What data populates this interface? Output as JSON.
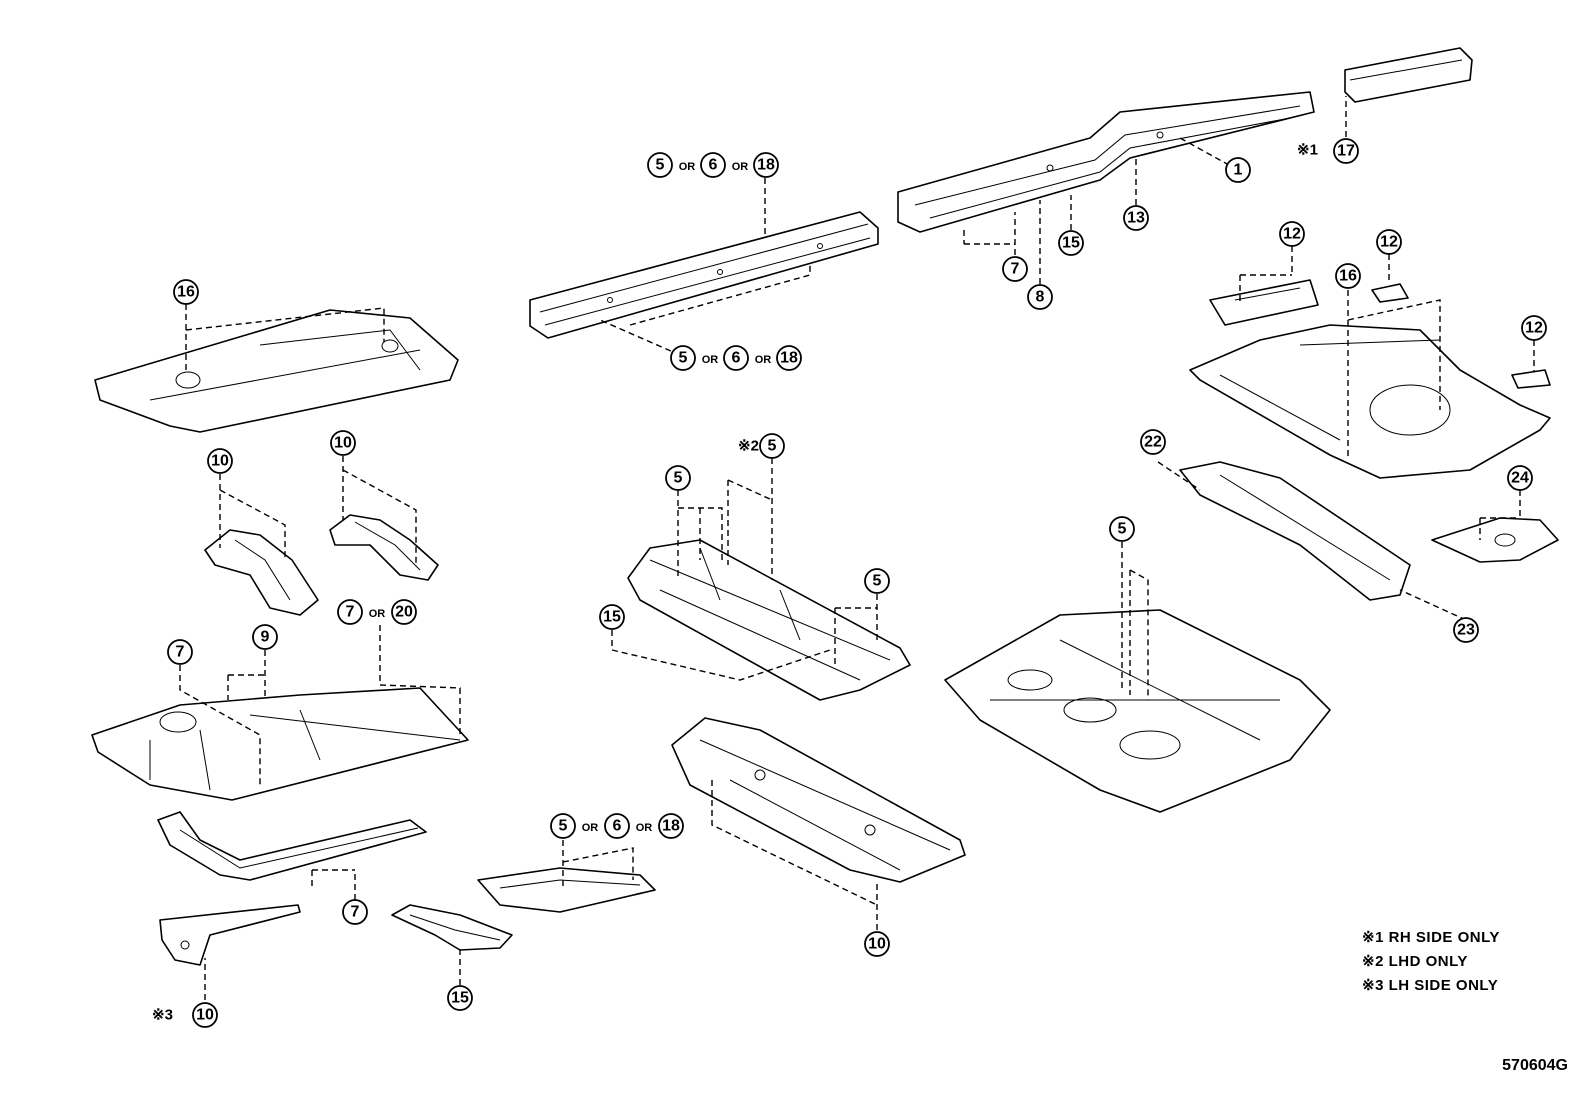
{
  "callouts": {
    "c1": "1",
    "c17": "17",
    "c13": "13",
    "c15a": "15",
    "c7a": "7",
    "c8": "8",
    "c5a": "5",
    "c6a": "6",
    "c18a": "18",
    "c5b": "5",
    "c6b": "6",
    "c18b": "18",
    "c16a": "16",
    "c12a": "12",
    "c12b": "12",
    "c16b": "16",
    "c12c": "12",
    "c10a": "10",
    "c10b": "10",
    "c5c": "5",
    "c5d": "5",
    "c5e": "5",
    "c15b": "15",
    "c22": "22",
    "c24": "24",
    "c23": "23",
    "c5f": "5",
    "c7b": "7",
    "c9": "9",
    "c7c": "7",
    "c20": "20",
    "c7d": "7",
    "c5g": "5",
    "c6g": "6",
    "c18g": "18",
    "c10c": "10",
    "c10d": "10",
    "c15c": "15"
  },
  "or_label": "OR",
  "marks": {
    "m1": "※1",
    "m2": "※2",
    "m3": "※3"
  },
  "notes": [
    "※1 RH SIDE ONLY",
    "※2 LHD ONLY",
    "※3 LH SIDE ONLY"
  ],
  "diagram_code": "570604G"
}
